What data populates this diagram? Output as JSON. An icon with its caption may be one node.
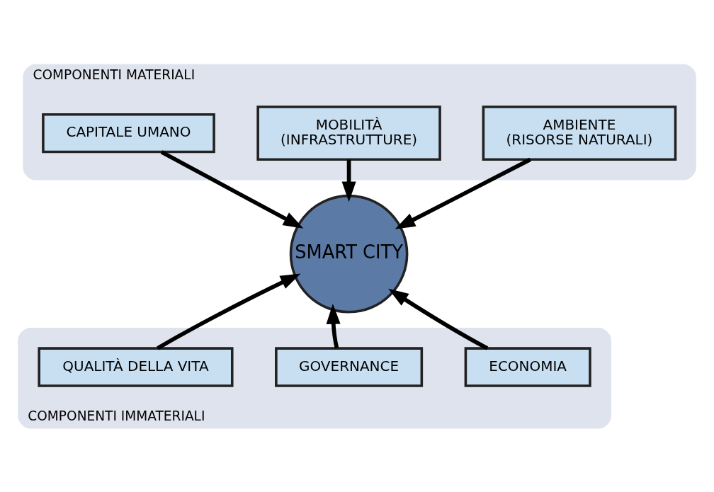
{
  "diagram": {
    "nodes": [
      {
        "text": [
          "COMPONENTI MATERIALI"
        ]
      },
      {
        "text": [
          "AMBIENTE",
          "(RISORSE NATURALI)"
        ],
        "in": 0
      },
      {
        "text": [
          "MOBILITÀ",
          "(INFRASTRUTTURE)"
        ],
        "in": 0
      },
      {
        "text": [
          "CAPITALE UMANO"
        ],
        "in": 0
      },
      {
        "text": [
          "SMART CITY"
        ]
      },
      {
        "text": [
          "COMPONENTI IMMATERIALI"
        ]
      },
      {
        "text": [
          "ECONOMIA"
        ],
        "in": 5
      },
      {
        "text": [
          "GOVERNANCE"
        ],
        "in": 5
      },
      {
        "text": [
          "QUALITÀ DELLA VITA"
        ],
        "in": 5
      }
    ],
    "edges": [
      {
        "from": 1,
        "to": 4,
        "arrow": "to"
      },
      {
        "from": 2,
        "to": 4,
        "arrow": "to"
      },
      {
        "from": 3,
        "to": 4,
        "arrow": "to"
      },
      {
        "from": 6,
        "to": 4,
        "arrow": "to"
      },
      {
        "from": 8,
        "to": 4,
        "arrow": "to"
      },
      {
        "from": 7,
        "to": 4,
        "arrow": "to"
      }
    ]
  }
}
